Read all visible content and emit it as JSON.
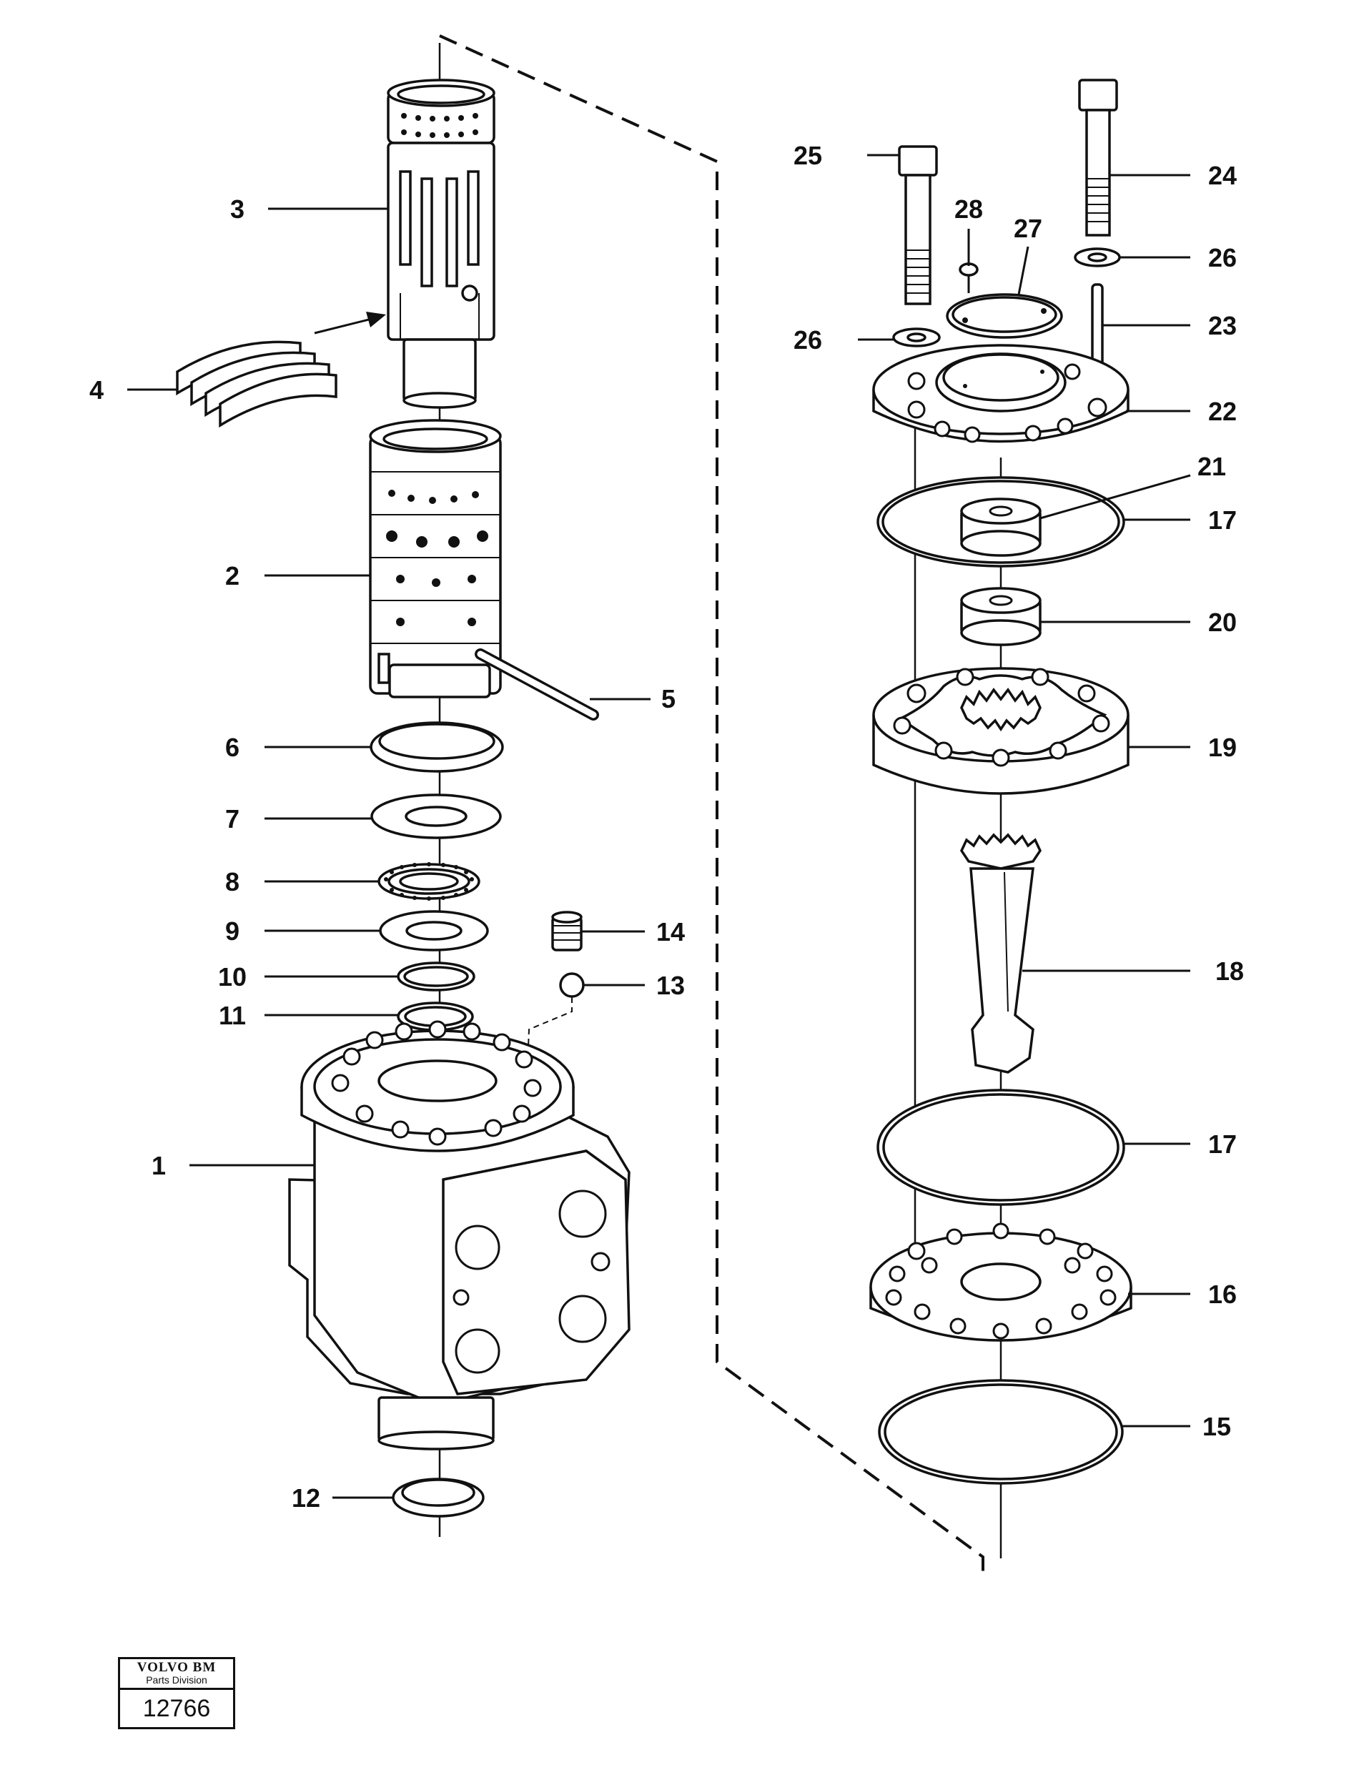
{
  "labels": {
    "p1": "1",
    "p2": "2",
    "p3": "3",
    "p4": "4",
    "p5": "5",
    "p6": "6",
    "p7": "7",
    "p8": "8",
    "p9": "9",
    "p10": "10",
    "p11": "11",
    "p12": "12",
    "p13": "13",
    "p14": "14",
    "p15": "15",
    "p16": "16",
    "p17a": "17",
    "p17b": "17",
    "p18": "18",
    "p19": "19",
    "p20": "20",
    "p21": "21",
    "p22": "22",
    "p23": "23",
    "p24": "24",
    "p25": "25",
    "p26a": "26",
    "p26b": "26",
    "p27": "27",
    "p28": "28"
  },
  "logo": {
    "brand": "VOLVO BM",
    "division": "Parts Division",
    "number": "12766"
  }
}
